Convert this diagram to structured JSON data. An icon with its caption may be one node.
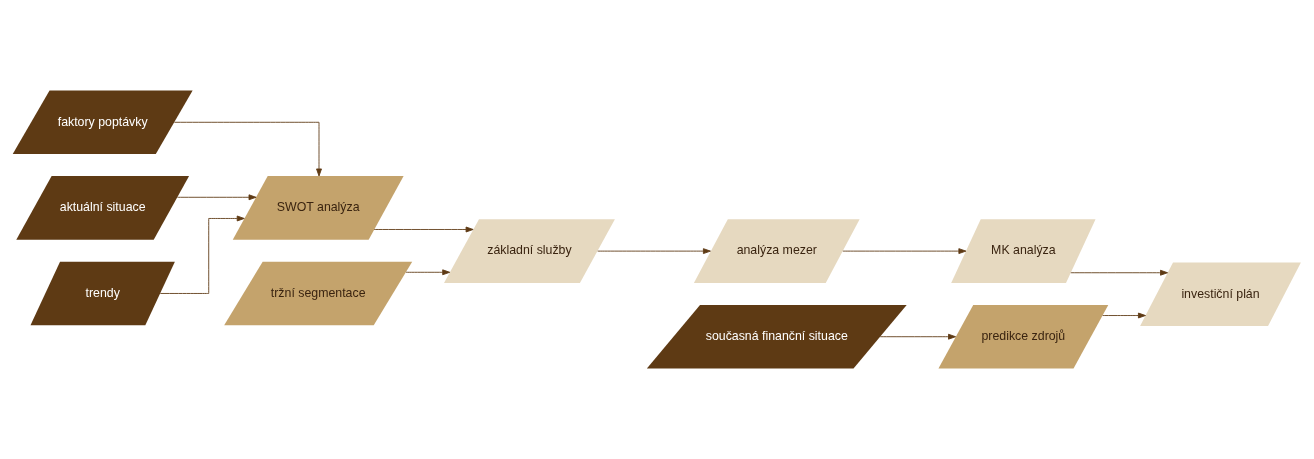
{
  "diagram": {
    "nodes": [
      {
        "text": [
          "faktory poptávky"
        ]
      },
      {
        "text": [
          "aktuální situace"
        ]
      },
      {
        "text": [
          "trendy"
        ]
      },
      {
        "text": [
          "současná finanční situace"
        ]
      },
      {
        "text": [
          "SWOT analýza"
        ]
      },
      {
        "text": [
          "tržní segmentace"
        ]
      },
      {
        "text": [
          "predikce zdrojů"
        ]
      },
      {
        "text": [
          "základní služby"
        ]
      },
      {
        "text": [
          "analýza mezer"
        ]
      },
      {
        "text": [
          "MK analýza"
        ]
      },
      {
        "text": [
          "investiční plán"
        ]
      }
    ],
    "edges": [
      {
        "from": 0,
        "to": 4,
        "arrow": "to"
      },
      {
        "from": 1,
        "to": 4,
        "arrow": "to"
      },
      {
        "from": 2,
        "to": 4,
        "arrow": "to"
      },
      {
        "from": 4,
        "to": 7,
        "arrow": "to"
      },
      {
        "from": 5,
        "to": 7,
        "arrow": "to"
      },
      {
        "from": 3,
        "to": 6,
        "arrow": "to"
      },
      {
        "from": 7,
        "to": 8,
        "arrow": "to"
      },
      {
        "from": 8,
        "to": 9,
        "arrow": "to"
      },
      {
        "from": 9,
        "to": 10,
        "arrow": "to"
      },
      {
        "from": 6,
        "to": 10,
        "arrow": "to"
      }
    ]
  }
}
